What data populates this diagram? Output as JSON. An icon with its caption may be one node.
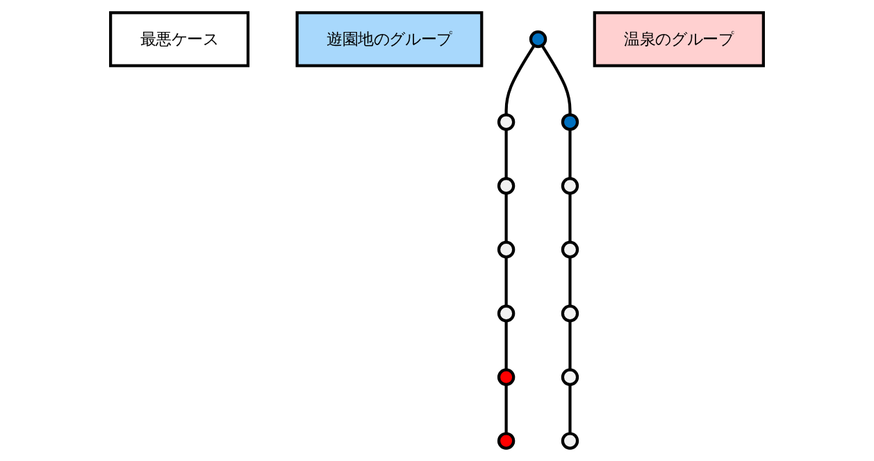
{
  "diagram": {
    "nodes": [
      {
        "text": [
          "最悪ケース"
        ]
      },
      {
        "text": [
          "遊園地のグループ"
        ]
      },
      {
        "text": [],
        "shape": "circle"
      },
      {
        "text": [],
        "shape": "circle"
      },
      {
        "text": [],
        "shape": "circle"
      },
      {
        "text": [],
        "shape": "circle"
      },
      {
        "text": [],
        "shape": "circle"
      },
      {
        "text": [],
        "shape": "circle"
      },
      {
        "text": [],
        "shape": "circle"
      },
      {
        "text": [],
        "shape": "circle"
      },
      {
        "text": [],
        "shape": "circle"
      },
      {
        "text": [],
        "shape": "circle"
      },
      {
        "text": [],
        "shape": "circle"
      },
      {
        "text": [],
        "shape": "circle"
      },
      {
        "text": [],
        "shape": "circle"
      },
      {
        "text": [
          "温泉のグループ"
        ]
      }
    ],
    "edges": [
      {
        "from": 2,
        "to": 3,
        "arrow": "none"
      },
      {
        "from": 3,
        "to": 4,
        "arrow": "none"
      },
      {
        "from": 4,
        "to": 5,
        "arrow": "none"
      },
      {
        "from": 5,
        "to": 6,
        "arrow": "none"
      },
      {
        "from": 6,
        "to": 7,
        "arrow": "none"
      },
      {
        "from": 7,
        "to": 8,
        "arrow": "none"
      },
      {
        "from": 2,
        "to": 9,
        "arrow": "none"
      },
      {
        "from": 9,
        "to": 10,
        "arrow": "none"
      },
      {
        "from": 10,
        "to": 11,
        "arrow": "none"
      },
      {
        "from": 11,
        "to": 12,
        "arrow": "none"
      },
      {
        "from": 12,
        "to": 13,
        "arrow": "none"
      },
      {
        "from": 13,
        "to": 14,
        "arrow": "none"
      }
    ]
  }
}
